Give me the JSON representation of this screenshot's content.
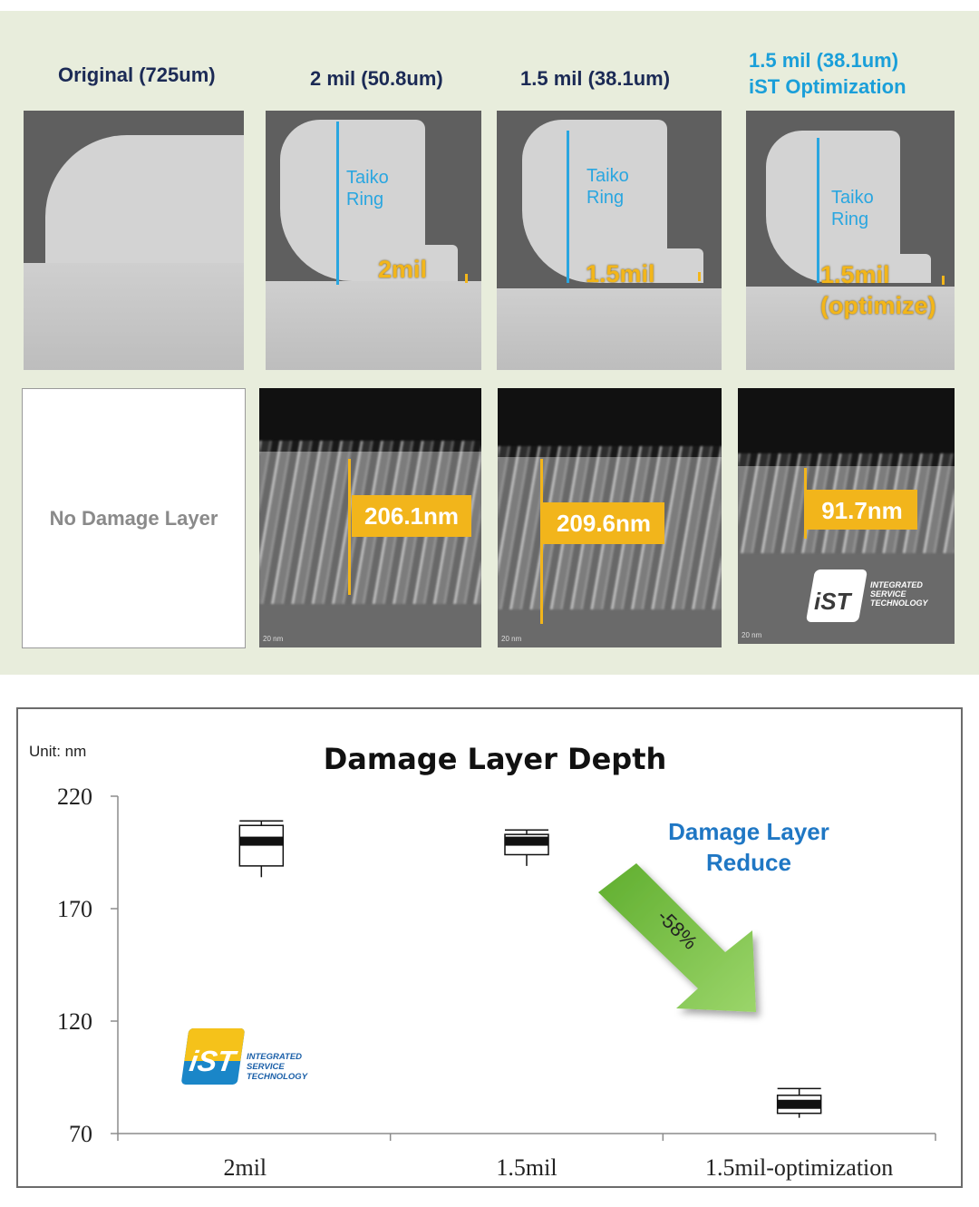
{
  "columns": [
    {
      "title": "Original (725um)",
      "title_lines": [
        "Original (725um)"
      ],
      "style": "navy"
    },
    {
      "title": "2 mil (50.8um)",
      "title_lines": [
        "2 mil (50.8um)"
      ],
      "style": "navy"
    },
    {
      "title": "1.5 mil (38.1um)",
      "title_lines": [
        "1.5 mil (38.1um)"
      ],
      "style": "navy"
    },
    {
      "title": "1.5 mil (38.1um) iST Optimization",
      "title_lines": [
        "1.5 mil (38.1um)",
        "iST Optimization"
      ],
      "style": "cyan"
    }
  ],
  "sem_images": [
    {
      "ring_label": null,
      "mil_label": null
    },
    {
      "ring_label": [
        "Taiko",
        "Ring"
      ],
      "mil_label": [
        "2mil"
      ]
    },
    {
      "ring_label": [
        "Taiko",
        "Ring"
      ],
      "mil_label": [
        "1.5mil"
      ]
    },
    {
      "ring_label": [
        "Taiko",
        "Ring"
      ],
      "mil_label": [
        "1.5mil",
        "(optimize)"
      ]
    }
  ],
  "tem_images": [
    {
      "text": "No Damage Layer"
    },
    {
      "measure": "206.1nm",
      "scale": "20 nm"
    },
    {
      "measure": "209.6nm",
      "scale": "20 nm"
    },
    {
      "measure": "91.7nm",
      "scale": "20 nm"
    }
  ],
  "logo": {
    "mark": "iST",
    "lines": [
      "INTEGRATED",
      "SERVICE",
      "TECHNOLOGY"
    ]
  },
  "colors": {
    "panel_bg": "#e8eddc",
    "ring_blue": "#29a6e0",
    "measure_amber": "#f2b51b",
    "annotation_blue": "#1f77c4",
    "arrow_green": "#7cc242"
  },
  "chart_data": {
    "type": "boxplot",
    "title": "Damage Layer Depth",
    "unit_label": "Unit: nm",
    "categories": [
      "2mil",
      "1.5mil",
      "1.5mil-optimization"
    ],
    "ylim": [
      70,
      220
    ],
    "yticks": [
      70,
      120,
      170,
      220
    ],
    "boxes": [
      {
        "category": "2mil",
        "min": 184,
        "q1": 189,
        "median": 200,
        "q3": 207,
        "max": 209
      },
      {
        "category": "1.5mil",
        "min": 189,
        "q1": 194,
        "median": 200,
        "q3": 203,
        "max": 205
      },
      {
        "category": "1.5mil-optimization",
        "min": 77,
        "q1": 79,
        "median": 83,
        "q3": 87,
        "max": 90
      }
    ],
    "annotation": {
      "lines": [
        "Damage Layer",
        "Reduce"
      ],
      "arrow_label": "-58%"
    }
  }
}
